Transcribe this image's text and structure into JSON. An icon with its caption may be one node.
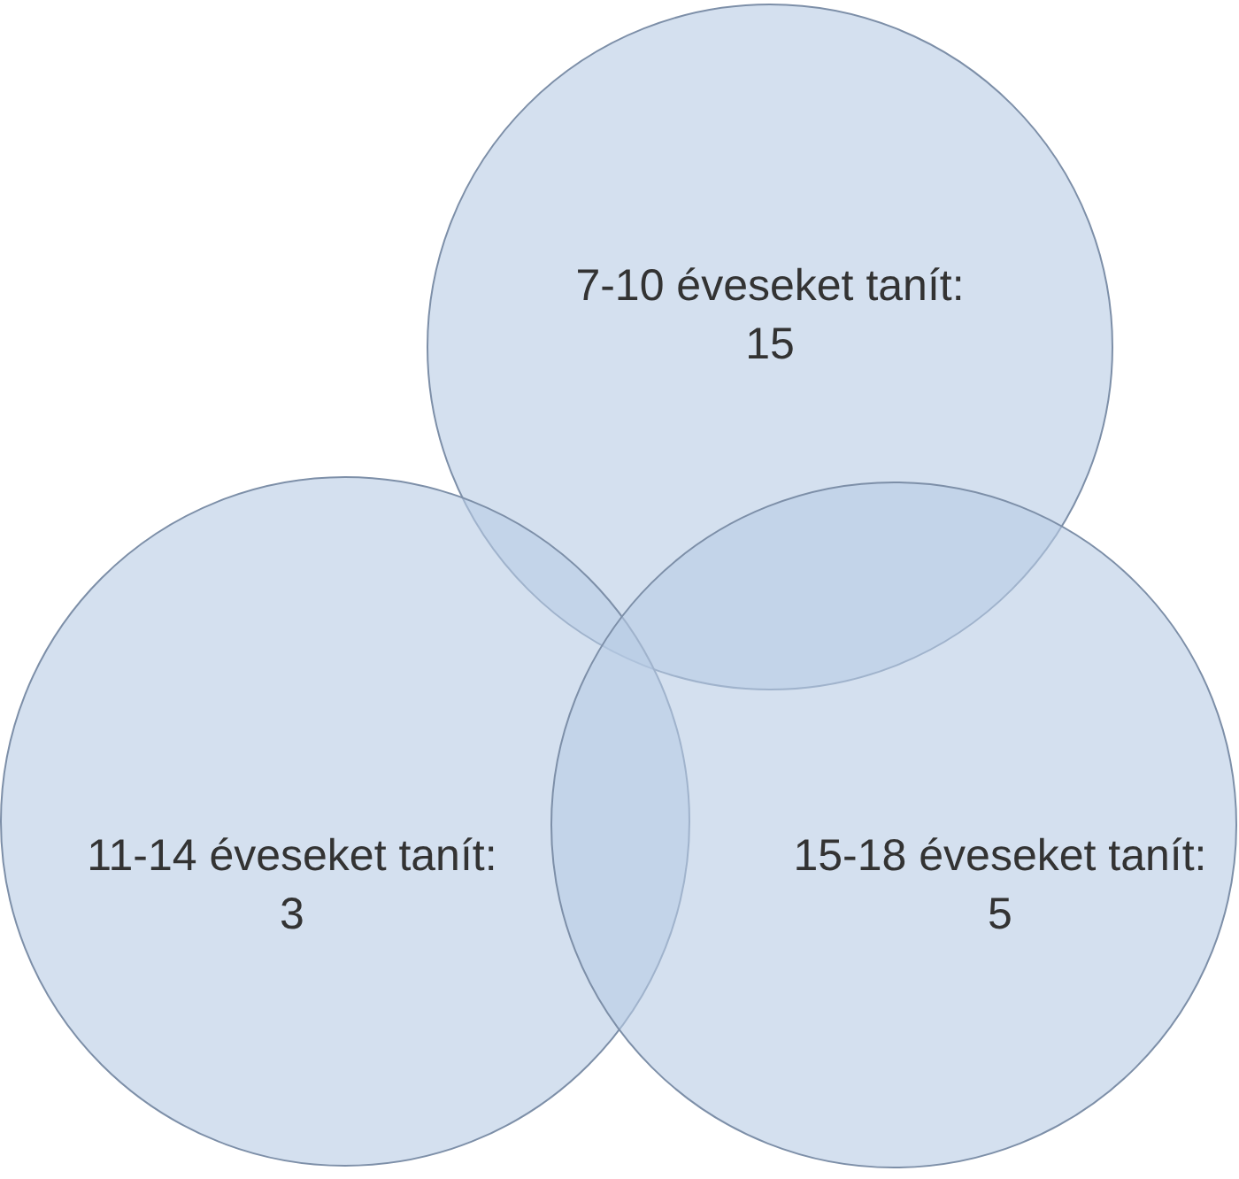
{
  "diagram": {
    "nodes": [
      {
        "text": [
          "7-10 éveseket tanít: 15"
        ]
      },
      {
        "text": [
          "11-14 éveseket tanít: 3"
        ]
      },
      {
        "text": [
          "15-18 éveseket tanít: 5"
        ]
      }
    ]
  }
}
